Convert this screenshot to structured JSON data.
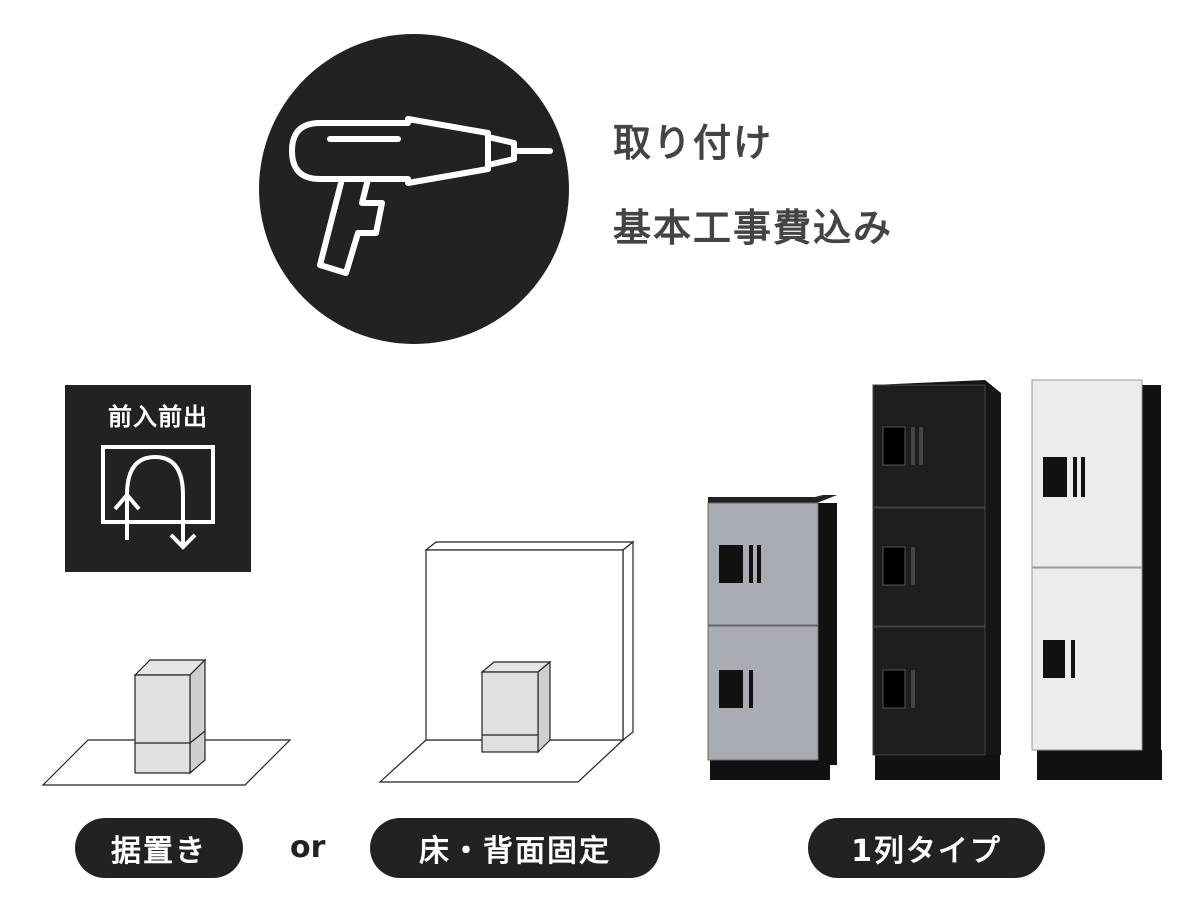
{
  "headline": {
    "line1": "取り付け",
    "line2": "基本工事費込み"
  },
  "icons": {
    "drill": "drill-icon",
    "front_in_front_out": "front-load-arrow-icon"
  },
  "badge": {
    "label": "前入前出"
  },
  "labels": {
    "freestanding": "据置き",
    "or": "or",
    "floor_wall_fixed": "床・背面固定",
    "single_column": "1列タイプ"
  },
  "lockers": [
    {
      "color": "#a9adb3",
      "doors": 2
    },
    {
      "color": "#1c1c1c",
      "doors": 3
    },
    {
      "color": "#ececec",
      "doors": 2
    }
  ]
}
